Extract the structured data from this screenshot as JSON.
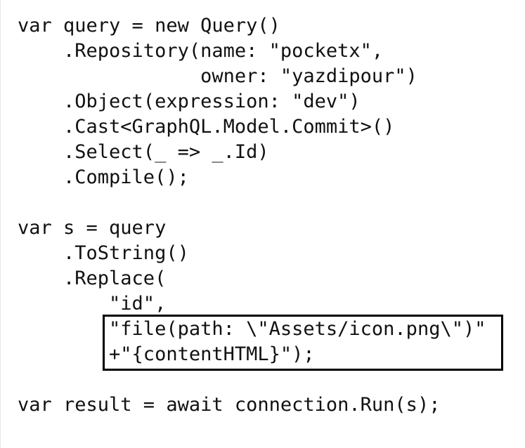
{
  "code": {
    "lines": [
      "var query = new Query()",
      "    .Repository(name: \"pocketx\",",
      "                owner: \"yazdipour\")",
      "    .Object(expression: \"dev\")",
      "    .Cast<GraphQL.Model.Commit>()",
      "    .Select(_ => _.Id)",
      "    .Compile();",
      "",
      "var s = query",
      "    .ToString()",
      "    .Replace(",
      "        \"id\",",
      "        \"file(path: \\\"Assets/icon.png\\\")\"",
      "        +\"{contentHTML}\");",
      "",
      "var result = await connection.Run(s);"
    ]
  },
  "colors": {
    "background": "#ffffff",
    "text": "#111111",
    "highlight_border": "#000000"
  }
}
